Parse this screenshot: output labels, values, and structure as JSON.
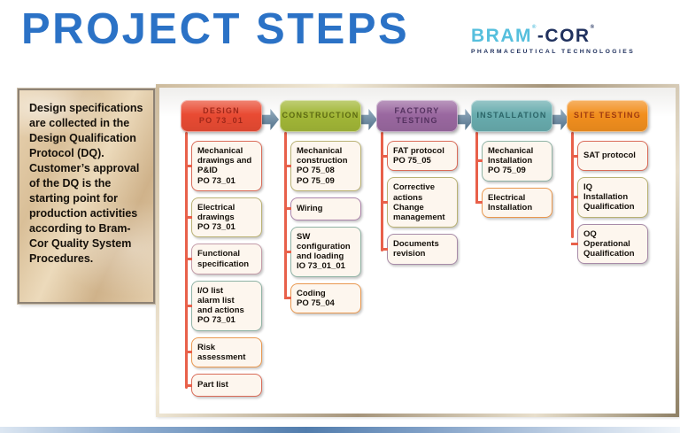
{
  "title": {
    "text": "PROJECT STEPS",
    "color": "#2b72c6"
  },
  "logo": {
    "brand_primary": "BRAM",
    "brand_secondary": "-COR",
    "registered": "®",
    "tagline": "PHARMACEUTICAL TECHNOLOGIES",
    "primary_color": "#56bfdd",
    "secondary_color": "#20315e"
  },
  "note": {
    "text": "Design specifications are collected in the Design Qualification Protocol (DQ). Customer’s approval of the DQ is the starting point for production activities according to Bram-Cor Quality System Procedures."
  },
  "flowchart": {
    "connector_color": "#e8604a",
    "arrow_color": "#5e83a0",
    "columns": [
      {
        "header": {
          "label": "DESIGN\nPO 73_01",
          "bg": "#e94b33",
          "text_color": "#9e2719"
        },
        "items": [
          {
            "text": "Mechanical drawings and P&ID\nPO 73_01",
            "border": "#d96b58"
          },
          {
            "text": "Electrical drawings\nPO 73_01",
            "border": "#b9b173"
          },
          {
            "text": "Functional specification",
            "border": "#c39ba8"
          },
          {
            "text": "I/O list\nalarm list\nand actions\nPO 73_01",
            "border": "#8fb3a5"
          },
          {
            "text": "Risk assessment",
            "border": "#e9984f"
          },
          {
            "text": "Part list",
            "border": "#d96b58"
          }
        ]
      },
      {
        "header": {
          "label": "CONSTRUCTION",
          "bg": "#a2b737",
          "text_color": "#5d6b13"
        },
        "items": [
          {
            "text": "Mechanical construction\nPO 75_08\nPO 75_09",
            "border": "#b9b173"
          },
          {
            "text": "Wiring",
            "border": "#ab84ab"
          },
          {
            "text": "SW configuration and loading\nIO 73_01_01",
            "border": "#8fb3a5"
          },
          {
            "text": "Coding\nPO 75_04",
            "border": "#e9984f"
          }
        ]
      },
      {
        "header": {
          "label": "FACTORY\nTESTING",
          "bg": "#9a68a0",
          "text_color": "#54315f"
        },
        "items": [
          {
            "text": "FAT protocol\nPO 75_05",
            "border": "#d96b58"
          },
          {
            "text": "Corrective actions\nChange management",
            "border": "#b9b173"
          },
          {
            "text": "Documents revision",
            "border": "#a88ba8"
          }
        ]
      },
      {
        "header": {
          "label": "INSTALLATION",
          "bg": "#68acae",
          "text_color": "#2c6568"
        },
        "items": [
          {
            "text": "Mechanical Installation\nPO 75_09",
            "border": "#8fb3a5"
          },
          {
            "text": "Electrical Installation",
            "border": "#e9984f"
          }
        ]
      },
      {
        "header": {
          "label": "SITE TESTING",
          "bg": "#f28f1e",
          "text_color": "#9e3a10"
        },
        "items": [
          {
            "text": "SAT protocol",
            "border": "#d96b58"
          },
          {
            "text": "IQ\nInstallation Qualification",
            "border": "#b9b173"
          },
          {
            "text": "OQ\nOperational Qualification",
            "border": "#a88ba8"
          }
        ]
      }
    ]
  }
}
